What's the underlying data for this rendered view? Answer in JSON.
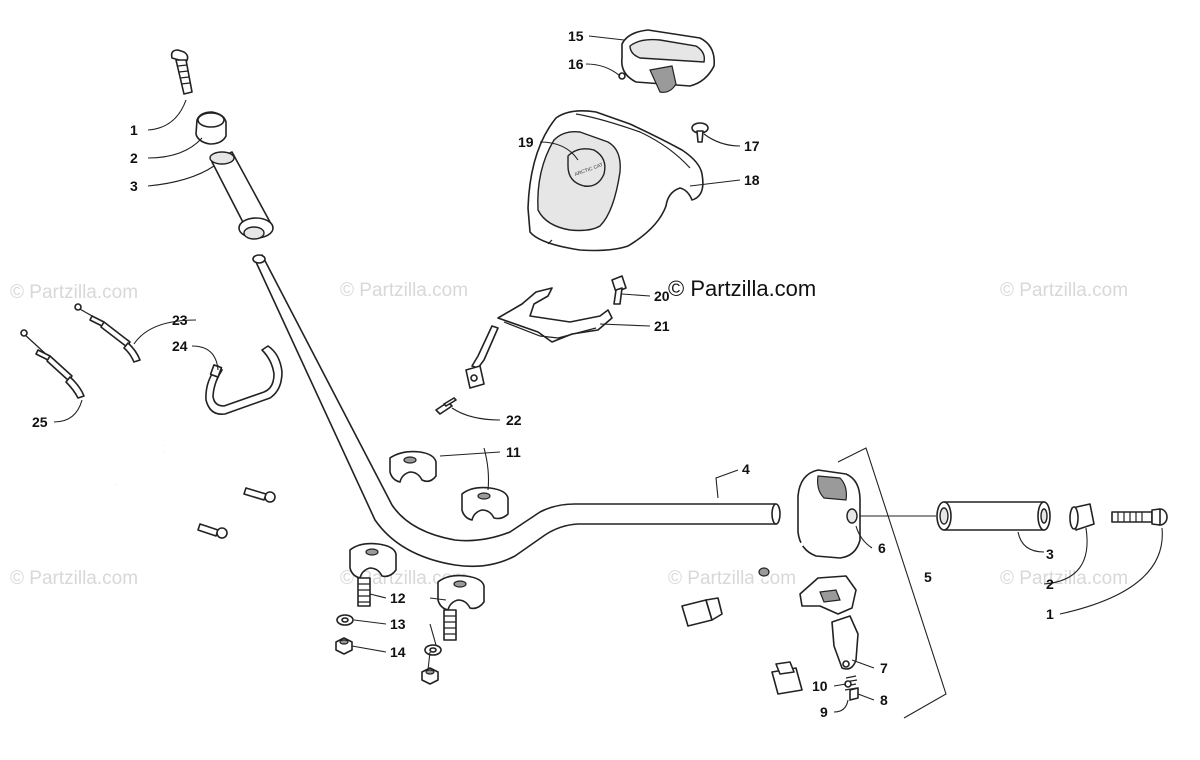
{
  "diagram": {
    "watermark_text": "© Partzilla.com",
    "main_watermark_text": "© Partzilla.com",
    "callouts": {
      "c1_left": "1",
      "c2_left": "2",
      "c3_left": "3",
      "c4": "4",
      "c5": "5",
      "c6": "6",
      "c7": "7",
      "c8": "8",
      "c9": "9",
      "c10": "10",
      "c11": "11",
      "c12": "12",
      "c13": "13",
      "c14": "14",
      "c15": "15",
      "c16": "16",
      "c17": "17",
      "c18": "18",
      "c19": "19",
      "c20": "20",
      "c21": "21",
      "c22": "22",
      "c23": "23",
      "c24": "24",
      "c25": "25",
      "c3_right": "3",
      "c2_right": "2",
      "c1_right": "1"
    },
    "logo_text": "ARCTIC CAT"
  }
}
